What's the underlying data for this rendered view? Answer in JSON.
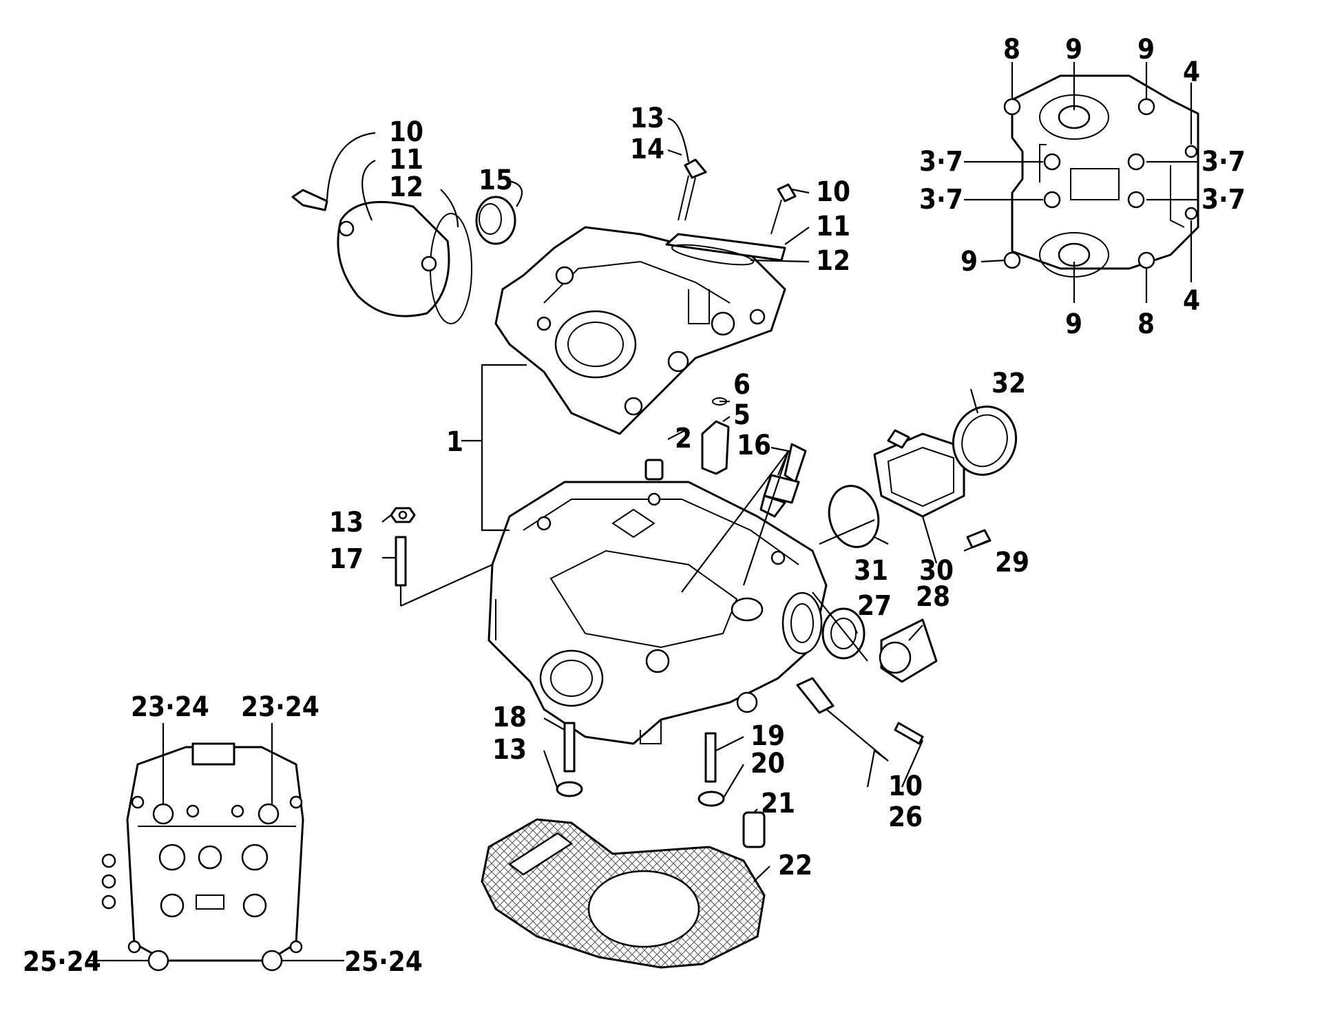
{
  "diagram": {
    "callouts": {
      "c1": "1",
      "c2": "2",
      "c5": "5",
      "c6": "6",
      "c10a": "10",
      "c11a": "11",
      "c12a": "12",
      "c13a": "13",
      "c14": "14",
      "c15": "15",
      "c10b": "10",
      "c11b": "11",
      "c12b": "12",
      "c16": "16",
      "c13b": "13",
      "c17": "17",
      "c18": "18",
      "c13c": "13",
      "c19": "19",
      "c20": "20",
      "c21": "21",
      "c22": "22",
      "c10c": "10",
      "c26": "26",
      "c27": "27",
      "c28": "28",
      "c29": "29",
      "c30": "30",
      "c31": "31",
      "c32": "32",
      "t8a": "8",
      "t9a": "9",
      "t9b": "9",
      "t4a": "4",
      "t37a": "3·7",
      "t37b": "3·7",
      "t37c": "3·7",
      "t37d": "3·7",
      "t9c": "9",
      "t9d": "9",
      "t8b": "8",
      "t4b": "4",
      "b2324a": "23·24",
      "b2324b": "23·24",
      "b2524a": "25·24",
      "b2524b": "25·24"
    }
  }
}
